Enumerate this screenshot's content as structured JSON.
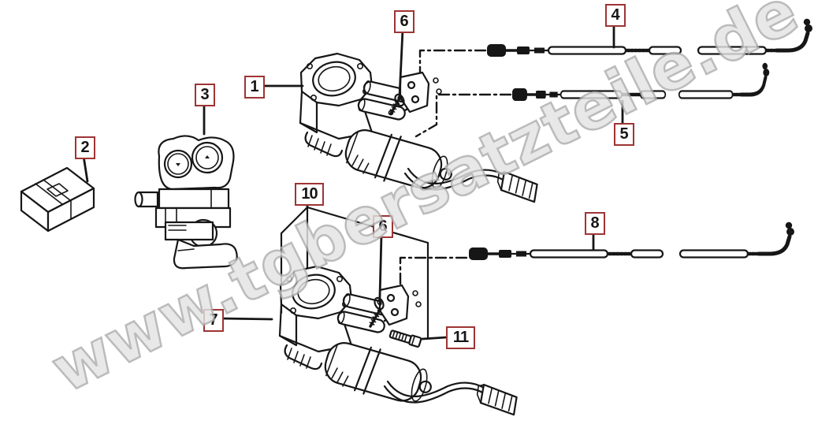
{
  "diagram": {
    "watermark": {
      "text": "www.tgbersatzteile.de"
    },
    "callouts": {
      "c1": {
        "number": "1"
      },
      "c2": {
        "number": "2"
      },
      "c3": {
        "number": "3"
      },
      "c4": {
        "number": "4"
      },
      "c5": {
        "number": "5"
      },
      "c6a": {
        "number": "6"
      },
      "c6b": {
        "number": "6"
      },
      "c7": {
        "number": "7"
      },
      "c8": {
        "number": "8"
      },
      "c10": {
        "number": "10"
      },
      "c11": {
        "number": "11"
      }
    },
    "colors": {
      "ink": "#161616",
      "labelborder": "#9e3434",
      "labelbg": "#ffffff",
      "watermarkfill": "#e3e3e3",
      "watermarkoutline": "#adadad",
      "background": "#ffffff"
    }
  }
}
